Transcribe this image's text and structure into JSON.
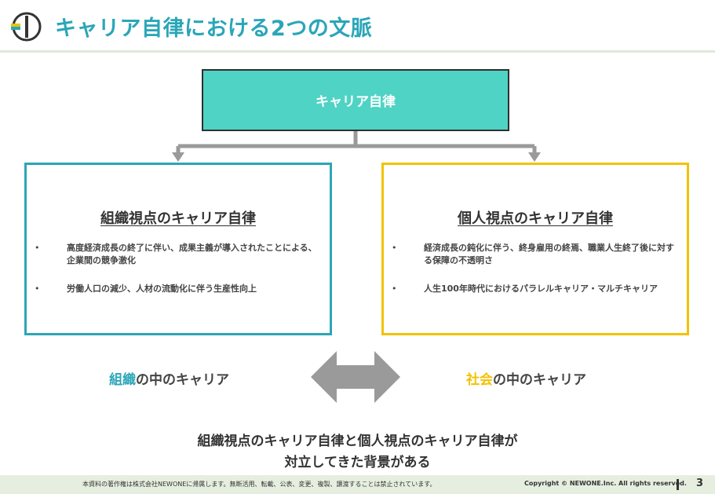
{
  "header": {
    "title": "キャリア自律における2つの文脈",
    "logo_icon": "newone-circle-logo-icon"
  },
  "top_box": {
    "label": "キャリア自律",
    "color": "#4fd3c4"
  },
  "left_box": {
    "title": "組織視点のキャリア自律",
    "border_color": "#2aa6b8",
    "bullets": [
      {
        "marker": "•",
        "text": "高度経済成長の終了に伴い、成果主義が導入されたことによる、企業間の競争激化"
      },
      {
        "marker": "•",
        "text": "労働人口の減少、人材の流動化に伴う生産性向上"
      }
    ]
  },
  "right_box": {
    "title": "個人視点のキャリア自律",
    "border_color": "#f2c200",
    "bullets": [
      {
        "marker": "•",
        "text": "経済成長の鈍化に伴う、終身雇用の終焉、職業人生終了後に対する保障の不透明さ"
      },
      {
        "marker": "•",
        "text": "人生100年時代におけるパラレルキャリア・マルチキャリア"
      }
    ]
  },
  "contexts": {
    "left_highlight": "組織",
    "left_rest": "の中のキャリア",
    "right_highlight": "社会",
    "right_rest": "の中のキャリア"
  },
  "conclusion": {
    "line1": "組織視点のキャリア自律と個人視点のキャリア自律が",
    "line2": "対立してきた背景がある"
  },
  "footer": {
    "notice": "本資料の著作権は株式会社NEWONEに帰属します。無断活用、転載、公表、変更、複製、譲渡することは禁止されています。",
    "copyright": "Copyright © NEWONE.Inc.  All rights reserved.",
    "page_number": "3"
  },
  "colors": {
    "teal": "#2aa6b8",
    "yellow": "#f2c200",
    "arrow_gray": "#9a9a9a",
    "footer_bg": "#e6efdf"
  }
}
